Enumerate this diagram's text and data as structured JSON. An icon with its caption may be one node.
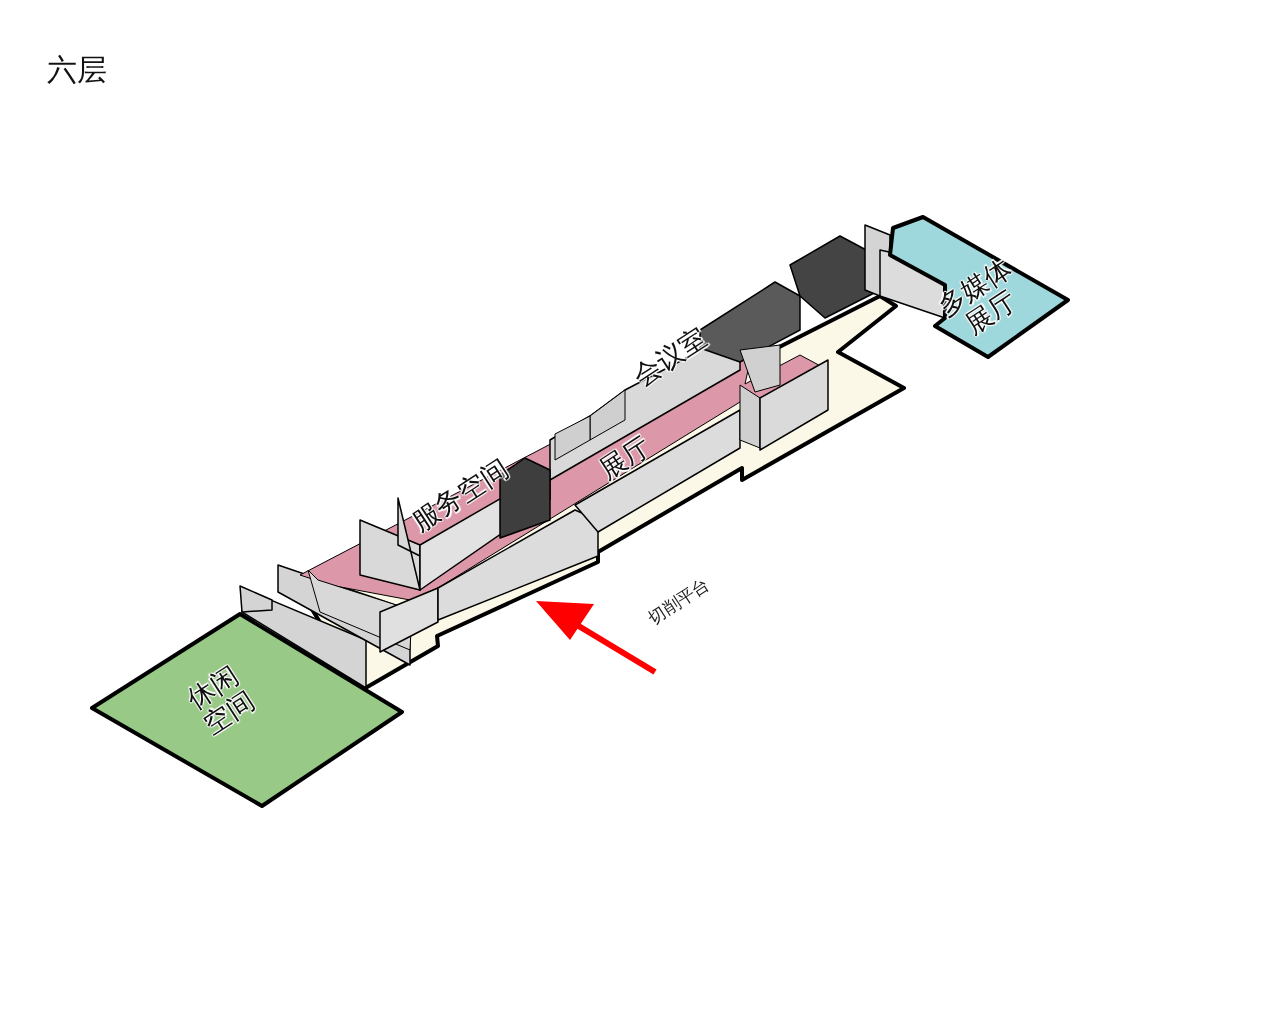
{
  "diagram": {
    "title": "六层",
    "nodes": [
      {
        "text": [
          "休闲空间"
        ]
      },
      {
        "text": [
          "服务空间"
        ]
      },
      {
        "text": [
          "展厅"
        ]
      },
      {
        "text": [
          "会议室"
        ]
      },
      {
        "text": [
          "多媒体展厅"
        ]
      }
    ],
    "labels": [
      "切削平台"
    ]
  }
}
